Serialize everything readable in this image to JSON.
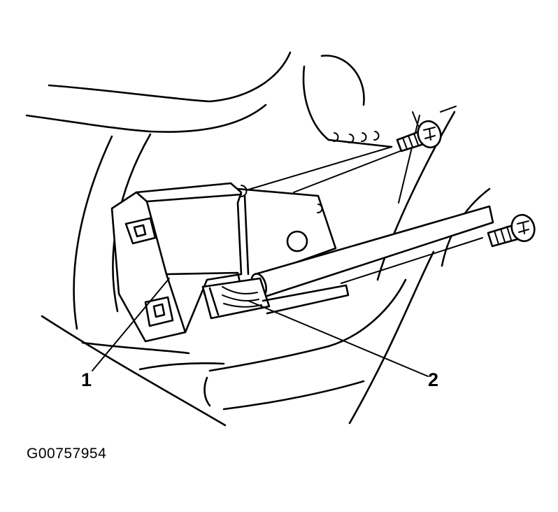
{
  "callouts": {
    "item_1": "1",
    "item_2": "2"
  },
  "figure_id": "G00757954",
  "colors": {
    "line": "#000000",
    "background": "#ffffff"
  },
  "icons": [
    "screw-icon",
    "module-icon",
    "wire-harness-icon",
    "connector-icon"
  ]
}
